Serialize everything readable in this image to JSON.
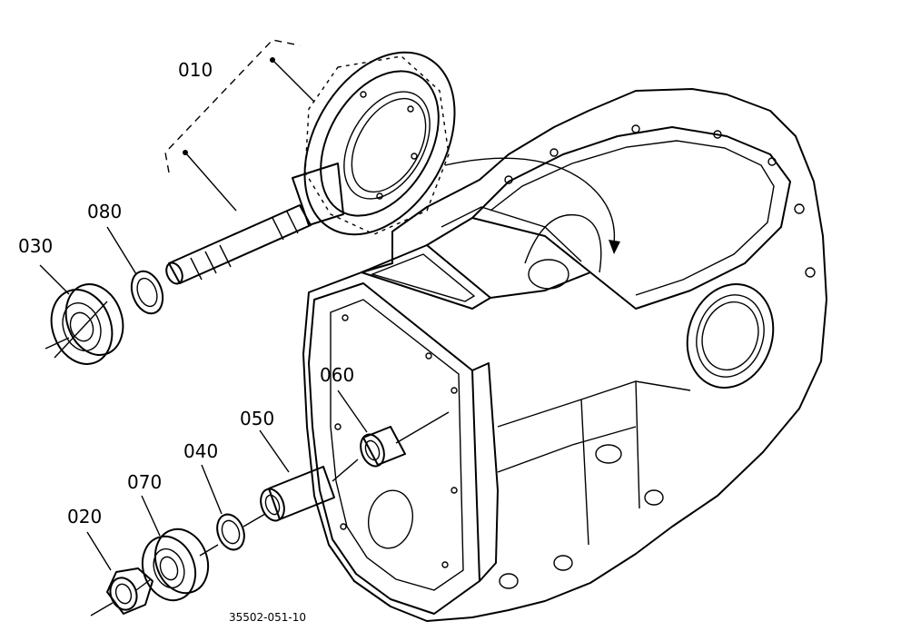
{
  "diagram": {
    "parts": [
      {
        "id": "p010",
        "label": "010"
      },
      {
        "id": "p080",
        "label": "080"
      },
      {
        "id": "p030",
        "label": "030"
      },
      {
        "id": "p060",
        "label": "060"
      },
      {
        "id": "p050",
        "label": "050"
      },
      {
        "id": "p040",
        "label": "040"
      },
      {
        "id": "p070",
        "label": "070"
      },
      {
        "id": "p020",
        "label": "020"
      }
    ],
    "figure_code": "35502-051-10"
  }
}
